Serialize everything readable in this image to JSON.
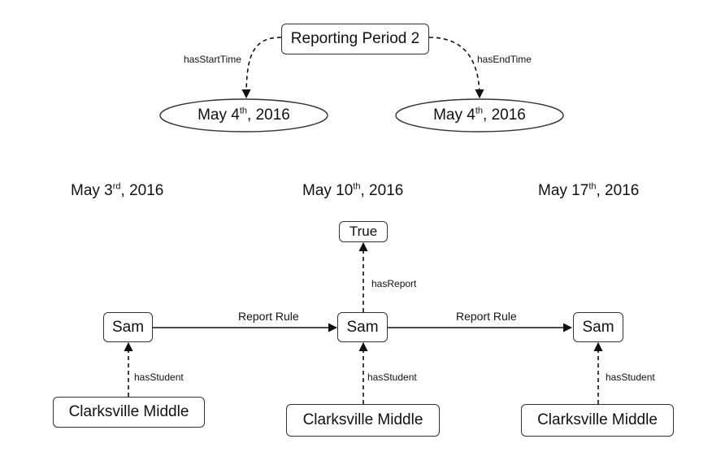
{
  "period": {
    "label": "Reporting Period 2"
  },
  "period_edges": {
    "start": "hasStartTime",
    "end": "hasEndTime"
  },
  "period_times": [
    {
      "pre": "May 4",
      "sup": "th",
      "post": ", 2016"
    },
    {
      "pre": "May 4",
      "sup": "th",
      "post": ", 2016"
    }
  ],
  "dates": [
    {
      "pre": "May 3",
      "sup": "rd",
      "post": ", 2016"
    },
    {
      "pre": "May 10",
      "sup": "th",
      "post": ", 2016"
    },
    {
      "pre": "May 17",
      "sup": "th",
      "post": ", 2016"
    }
  ],
  "students": [
    "Sam",
    "Sam",
    "Sam"
  ],
  "schools": [
    "Clarksville Middle",
    "Clarksville Middle",
    "Clarksville Middle"
  ],
  "student_edge": "hasStudent",
  "rule_edges": [
    "Report Rule",
    "Report Rule"
  ],
  "report": {
    "edge": "hasReport",
    "value": "True"
  }
}
